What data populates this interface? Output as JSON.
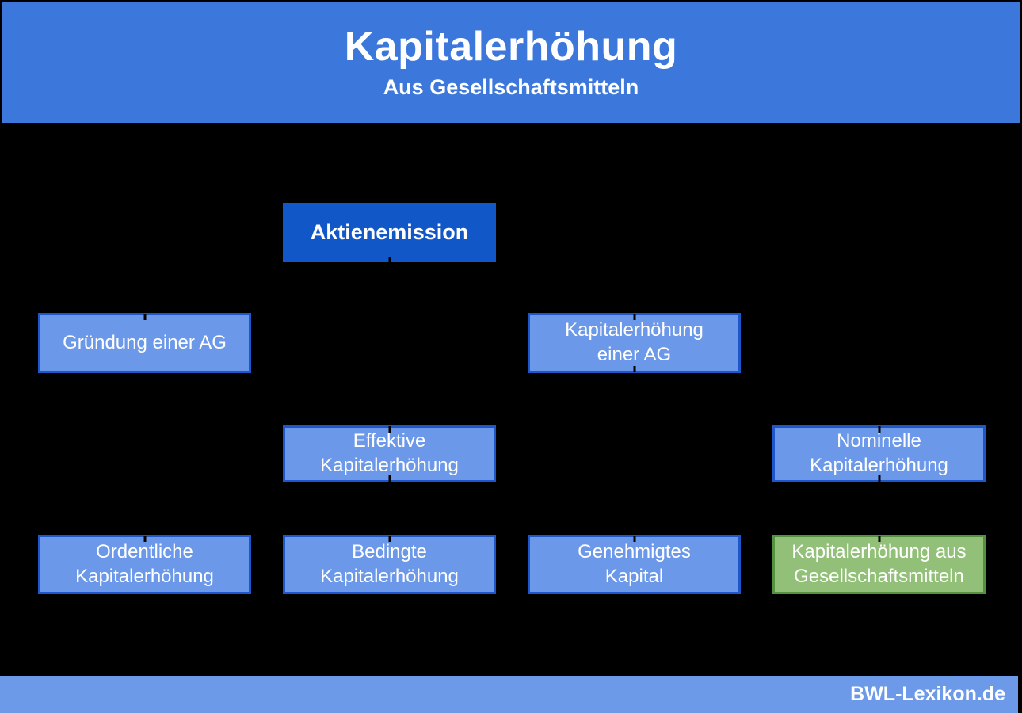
{
  "header": {
    "title": "Kapitalerhöhung",
    "subtitle": "Aus Gesellschaftsmitteln"
  },
  "diagram": {
    "type": "org-chart",
    "nodes": [
      {
        "id": "aktienemission",
        "label": "Aktienemission",
        "emphasis": "primary"
      },
      {
        "id": "gruendung-ag",
        "label": "Gründung einer AG",
        "emphasis": "normal"
      },
      {
        "id": "kapitalerhoehung-ag",
        "label": "Kapitalerhöhung\neiner AG",
        "emphasis": "normal"
      },
      {
        "id": "effektive",
        "label": "Effektive\nKapitalerhöhung",
        "emphasis": "normal"
      },
      {
        "id": "nominelle",
        "label": "Nominelle\nKapitalerhöhung",
        "emphasis": "normal"
      },
      {
        "id": "ordentliche",
        "label": "Ordentliche\nKapitalerhöhung",
        "emphasis": "normal"
      },
      {
        "id": "bedingte",
        "label": "Bedingte\nKapitalerhöhung",
        "emphasis": "normal"
      },
      {
        "id": "genehmigtes-kapital",
        "label": "Genehmigtes\nKapital",
        "emphasis": "normal"
      },
      {
        "id": "kapitalerhoehung-gesellschaftsmittel",
        "label": "Kapitalerhöhung aus\nGesellschaftsmitteln",
        "emphasis": "highlight-green"
      }
    ]
  },
  "footer": {
    "brand": "BWL-Lexikon.de"
  },
  "colors": {
    "background": "#000000",
    "banner": "#3c78dc",
    "node_primary": "#1257c8",
    "node_fill": "#6b98e8",
    "node_border": "#1d57c9",
    "node_green_fill": "#93c078",
    "node_green_border": "#55913e",
    "footer_bar": "#6c9ae8",
    "text": "#ffffff"
  }
}
